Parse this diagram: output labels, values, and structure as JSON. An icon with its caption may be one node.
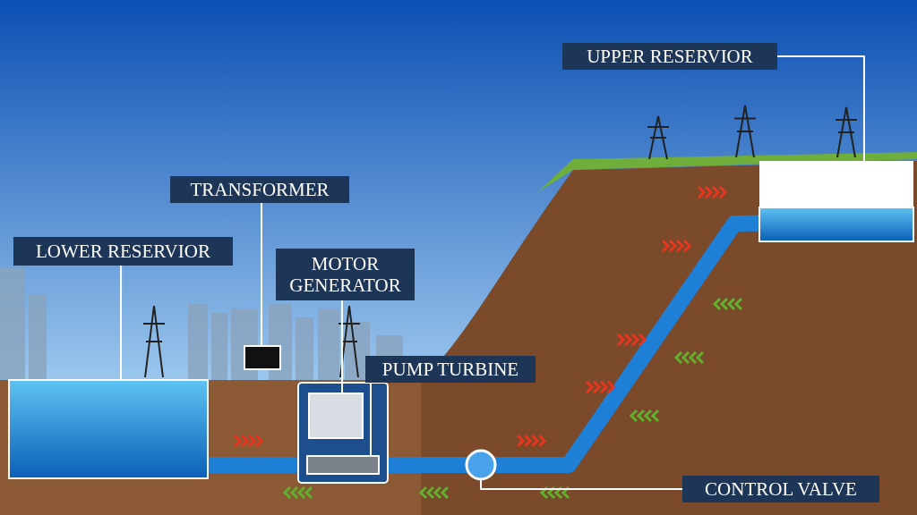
{
  "diagram": {
    "nodes": [
      {
        "text": [
          "UPPER RESERVIOR"
        ]
      },
      {
        "text": [],
        "shape": "box"
      },
      {
        "text": [
          "TRANSFORMER"
        ]
      },
      {
        "text": [],
        "shape": "box"
      },
      {
        "text": [
          "LOWER RESERVIOR"
        ]
      },
      {
        "text": [],
        "shape": "box"
      },
      {
        "text": [
          "MOTOR GENERATOR"
        ]
      },
      {
        "text": [],
        "shape": "box"
      },
      {
        "text": [
          "PUMP TURBINE"
        ]
      },
      {
        "text": [],
        "shape": "box"
      },
      {
        "text": [
          "CONTROL VALVE"
        ]
      },
      {
        "text": [],
        "shape": "circle"
      }
    ],
    "edges": [
      {
        "from": 0,
        "to": 1,
        "arrow": "none"
      },
      {
        "from": 2,
        "to": 3,
        "arrow": "none"
      },
      {
        "from": 4,
        "to": 5,
        "arrow": "none"
      },
      {
        "from": 6,
        "to": 7,
        "arrow": "none"
      },
      {
        "from": 8,
        "to": 9,
        "arrow": "none"
      },
      {
        "from": 10,
        "to": 11,
        "arrow": "none"
      },
      {
        "from": 5,
        "to": 9,
        "arrow": "none",
        "style": "thick",
        "color": "#1d7fd6"
      },
      {
        "from": 9,
        "to": 11,
        "arrow": "none",
        "style": "thick",
        "color": "#1d7fd6"
      },
      {
        "from": 11,
        "to": 1,
        "arrow": "none",
        "style": "thick",
        "color": "#1d7fd6"
      }
    ]
  }
}
